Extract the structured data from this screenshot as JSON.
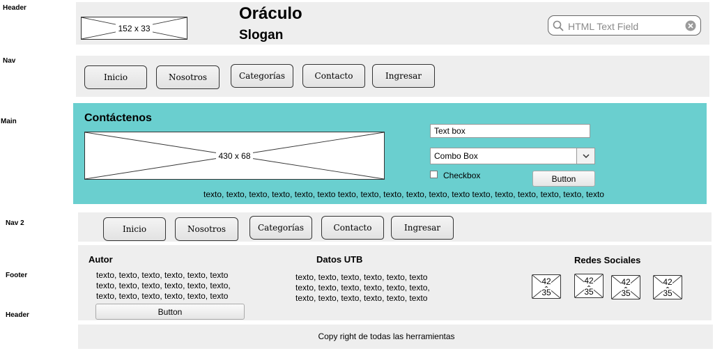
{
  "labels": {
    "header": "Header",
    "nav": "Nav",
    "main": "Main",
    "nav2": "Nav 2",
    "footer": "Footer",
    "header2": "Header"
  },
  "header": {
    "logo_placeholder": "152 x 33",
    "title": "Oráculo",
    "slogan": "Slogan",
    "search_placeholder": "HTML Text Field"
  },
  "nav": {
    "items": [
      "Inicio",
      "Nosotros",
      "Categorías",
      "Contacto",
      "Ingresar"
    ]
  },
  "main": {
    "title": "Contáctenos",
    "image_placeholder": "430 x 68",
    "textbox_value": "Text box",
    "combo_value": "Combo Box",
    "checkbox_label": "Checkbox",
    "button_label": "Button",
    "body_text": "texto, texto, texto, texto, texto, texto texto, texto, texto, texto, texto, texto texto, texto, texto, texto, texto, texto"
  },
  "nav2": {
    "items": [
      "Inicio",
      "Nosotros",
      "Categorías",
      "Contacto",
      "Ingresar"
    ]
  },
  "footer": {
    "autor_title": "Autor",
    "autor_lines": [
      "texto, texto, texto, texto, texto, texto",
      "texto, texto, texto, texto, texto, texto,",
      "texto, texto, texto, texto, texto, texto"
    ],
    "autor_button": "Button",
    "datos_title": "Datos UTB",
    "datos_lines": [
      "texto, texto, texto, texto, texto, texto",
      "texto, texto, texto, texto, texto, texto,",
      "texto, texto, texto, texto, texto, texto"
    ],
    "redes_title": "Redes Sociales",
    "social_top": "42",
    "social_bottom": "35",
    "copyright": "Copy right de todas las herramientas"
  },
  "colors": {
    "band": "#eeeeee",
    "main_band": "#6acfcf"
  }
}
